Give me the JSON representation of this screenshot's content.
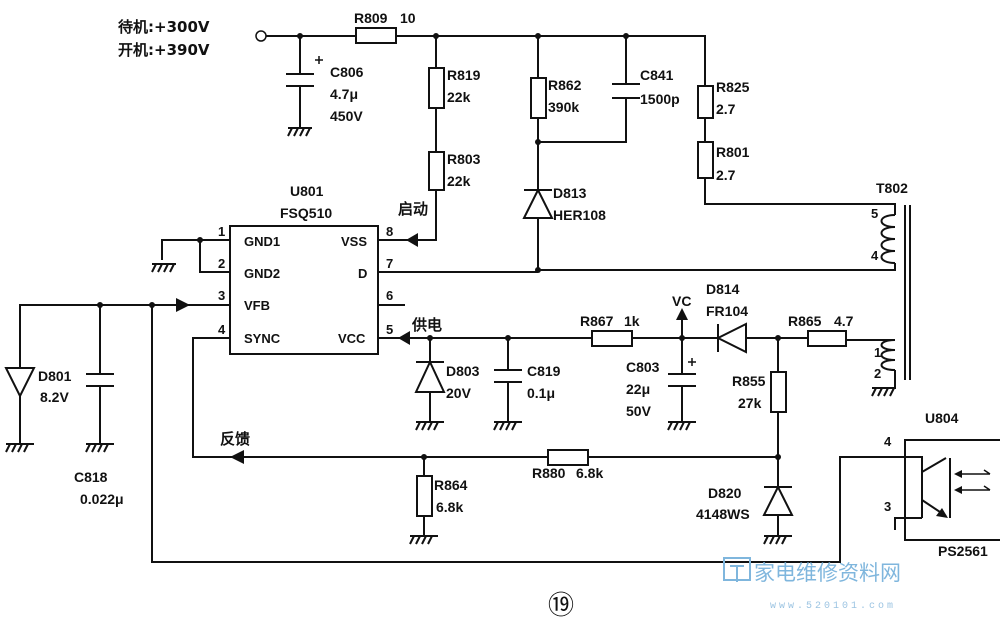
{
  "input": {
    "standby": "待机:+300V",
    "on": "开机:+390V"
  },
  "ic": {
    "name": "U801",
    "model": "FSQ510",
    "pins": [
      {
        "num": "1",
        "label": "GND1"
      },
      {
        "num": "2",
        "label": "GND2"
      },
      {
        "num": "3",
        "label": "VFB"
      },
      {
        "num": "4",
        "label": "SYNC"
      },
      {
        "num": "8",
        "label": "VSS"
      },
      {
        "num": "7",
        "label": "D"
      },
      {
        "num": "6",
        "label": ""
      },
      {
        "num": "5",
        "label": "VCC"
      }
    ]
  },
  "components": {
    "r809": {
      "ref": "R809",
      "value": "10"
    },
    "c806": {
      "ref": "C806",
      "value": "4.7μ",
      "voltage": "450V"
    },
    "r819": {
      "ref": "R819",
      "value": "22k"
    },
    "r803": {
      "ref": "R803",
      "value": "22k"
    },
    "r862": {
      "ref": "R862",
      "value": "390k"
    },
    "c841": {
      "ref": "C841",
      "value": "1500p"
    },
    "r825": {
      "ref": "R825",
      "value": "2.7"
    },
    "r801": {
      "ref": "R801",
      "value": "2.7"
    },
    "d813": {
      "ref": "D813",
      "value": "HER108"
    },
    "t802": {
      "ref": "T802",
      "pins": [
        "5",
        "4",
        "1",
        "2"
      ]
    },
    "d814": {
      "ref": "D814",
      "value": "FR104"
    },
    "r865": {
      "ref": "R865",
      "value": "4.7"
    },
    "r867": {
      "ref": "R867",
      "value": "1k"
    },
    "c803": {
      "ref": "C803",
      "value": "22μ",
      "voltage": "50V"
    },
    "d803": {
      "ref": "D803",
      "value": "20V"
    },
    "c819": {
      "ref": "C819",
      "value": "0.1μ"
    },
    "r855": {
      "ref": "R855",
      "value": "27k"
    },
    "d820": {
      "ref": "D820",
      "value": "4148WS"
    },
    "r880": {
      "ref": "R880",
      "value": "6.8k"
    },
    "r864": {
      "ref": "R864",
      "value": "6.8k"
    },
    "d801": {
      "ref": "D801",
      "value": "8.2V"
    },
    "c818": {
      "ref": "C818",
      "value": "0.022μ"
    },
    "u804": {
      "ref": "U804",
      "model": "PS2561",
      "pins": [
        "4",
        "3"
      ]
    }
  },
  "nets": {
    "startup": "启动",
    "supply": "供电",
    "feedback": "反馈",
    "vc": "VC"
  },
  "watermark": {
    "text": "家电维修资料网",
    "url": "www.520101.com"
  },
  "page_number": "⑲"
}
